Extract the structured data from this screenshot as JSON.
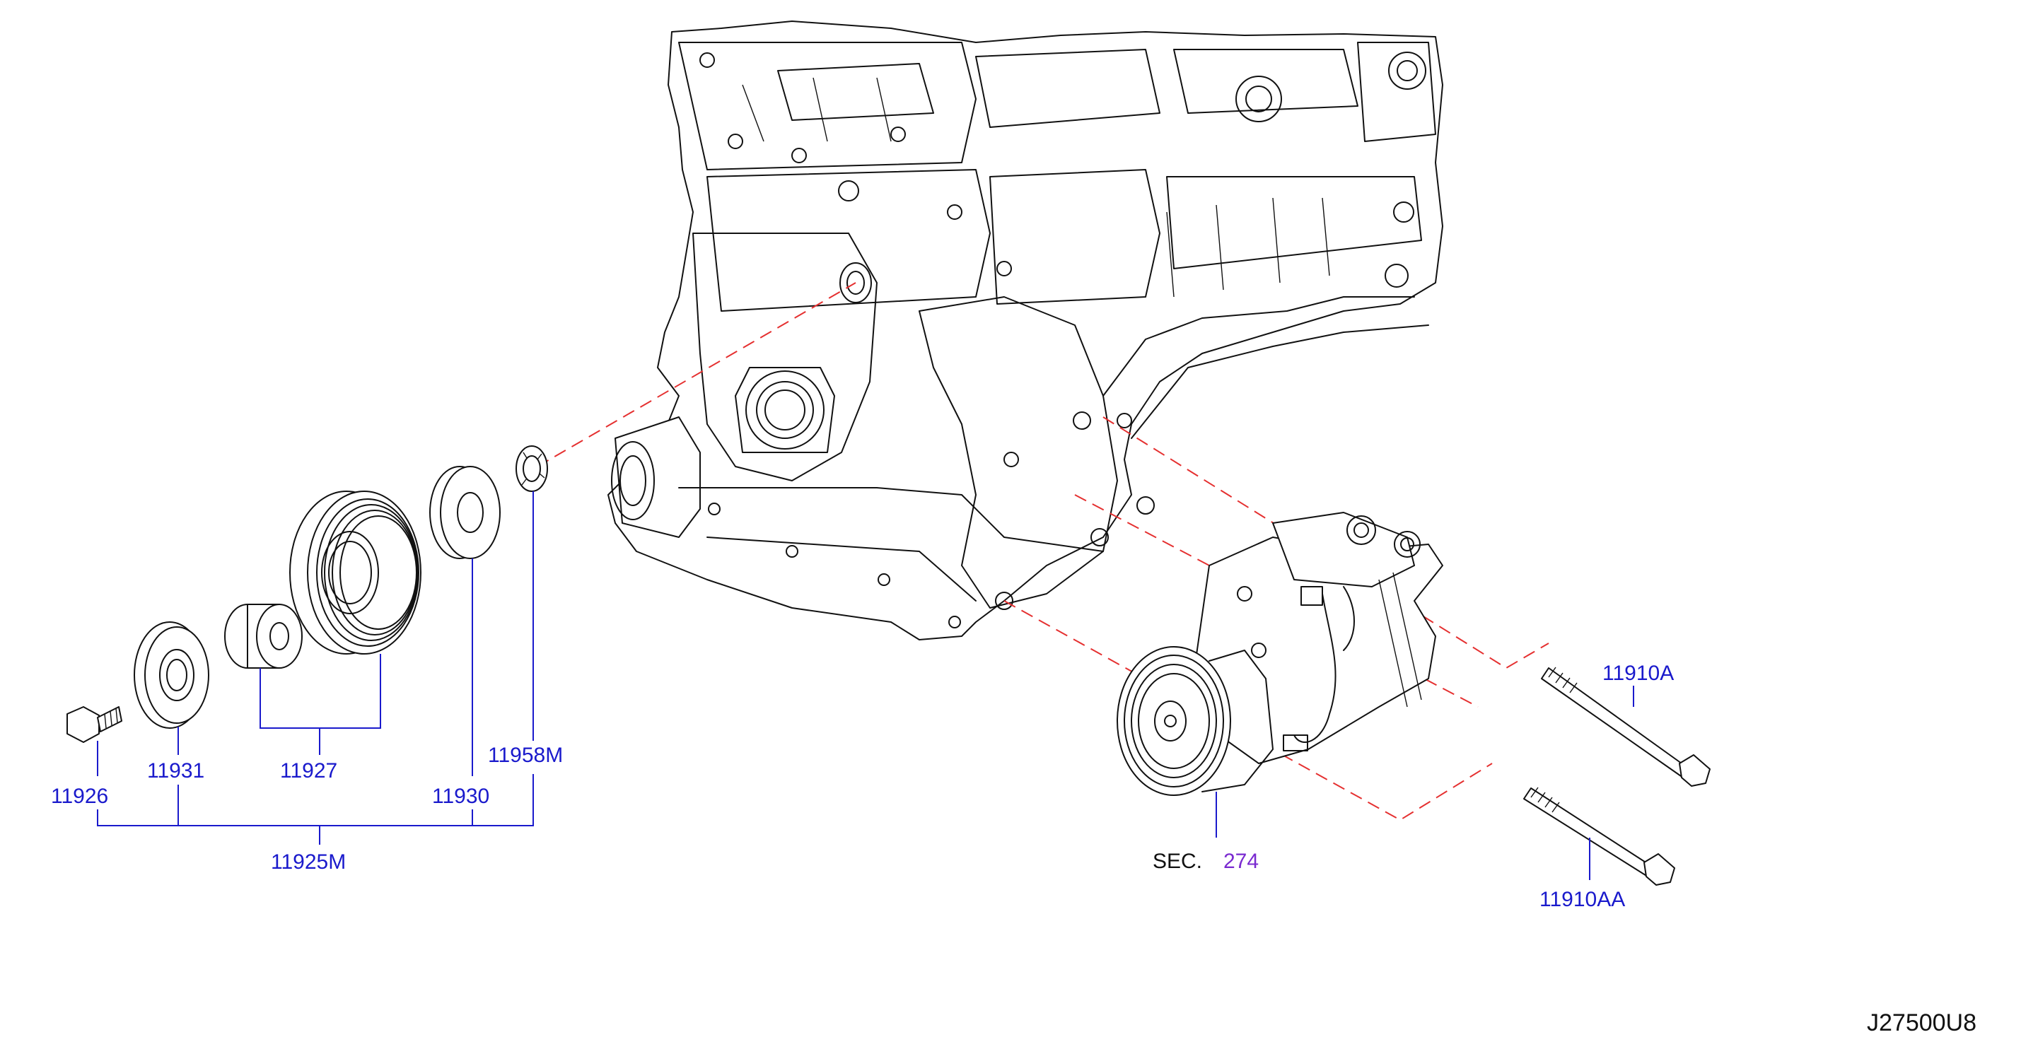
{
  "labels": {
    "p11926": "11926",
    "p11931": "11931",
    "p11927": "11927",
    "p11930": "11930",
    "p11958m": "11958M",
    "p11925m": "11925M",
    "p11910a": "11910A",
    "p11910aa": "11910AA",
    "sec_prefix": "SEC.",
    "sec_number": "274",
    "drawing_code": "J27500U8"
  },
  "colors": {
    "part_label": "#1a1acc",
    "leader_line": "#1a1acc",
    "dashed_alignment": "#e53030",
    "section_number": "#7a2ad0",
    "linework": "#111111"
  }
}
